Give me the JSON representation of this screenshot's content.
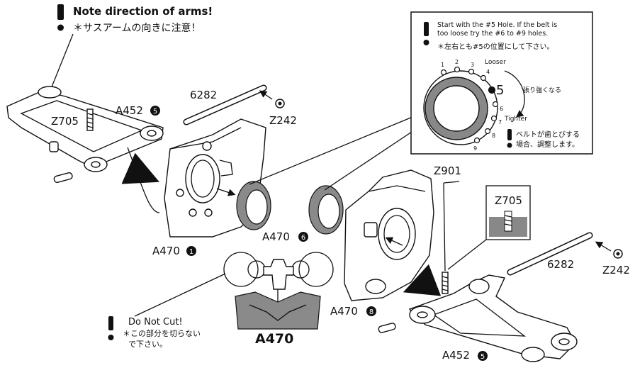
{
  "notes": {
    "arms_en": "Note direction of arms!",
    "arms_jp": "＊サスアームの向きに注意！",
    "belt_en_1": "Start with the #5 Hole. If the belt is",
    "belt_en_2": "too loose try the #6 to #9 holes.",
    "belt_jp": "＊左右とも#5の位置にして下さい。",
    "looser": "Looser",
    "tighter": "Tighter",
    "stronger_jp": "張り強くなる",
    "belt_jump_jp_1": "ベルトが歯とびする",
    "belt_jump_jp_2": "場合、調整します。",
    "do_not_cut": "Do Not Cut!",
    "do_not_cut_jp_1": "＊この部分を切らない",
    "do_not_cut_jp_2": "で下さい。"
  },
  "hole_numbers": [
    "1",
    "2",
    "3",
    "4",
    "5",
    "6",
    "7",
    "8",
    "9"
  ],
  "part_labels": {
    "a452_left": "A452",
    "a452_left_num": "5",
    "z705_left": "Z705",
    "shaft_left": "6282",
    "z242_left": "Z242",
    "a470_1": "A470",
    "a470_1_num": "1",
    "a470_6": "A470",
    "a470_6_num": "6",
    "a470_sprue": "A470",
    "z901": "Z901",
    "z705_right": "Z705",
    "a470_8": "A470",
    "a470_8_num": "8",
    "shaft_right": "6282",
    "z242_right": "Z242",
    "a452_right": "A452",
    "a452_right_num": "5"
  }
}
